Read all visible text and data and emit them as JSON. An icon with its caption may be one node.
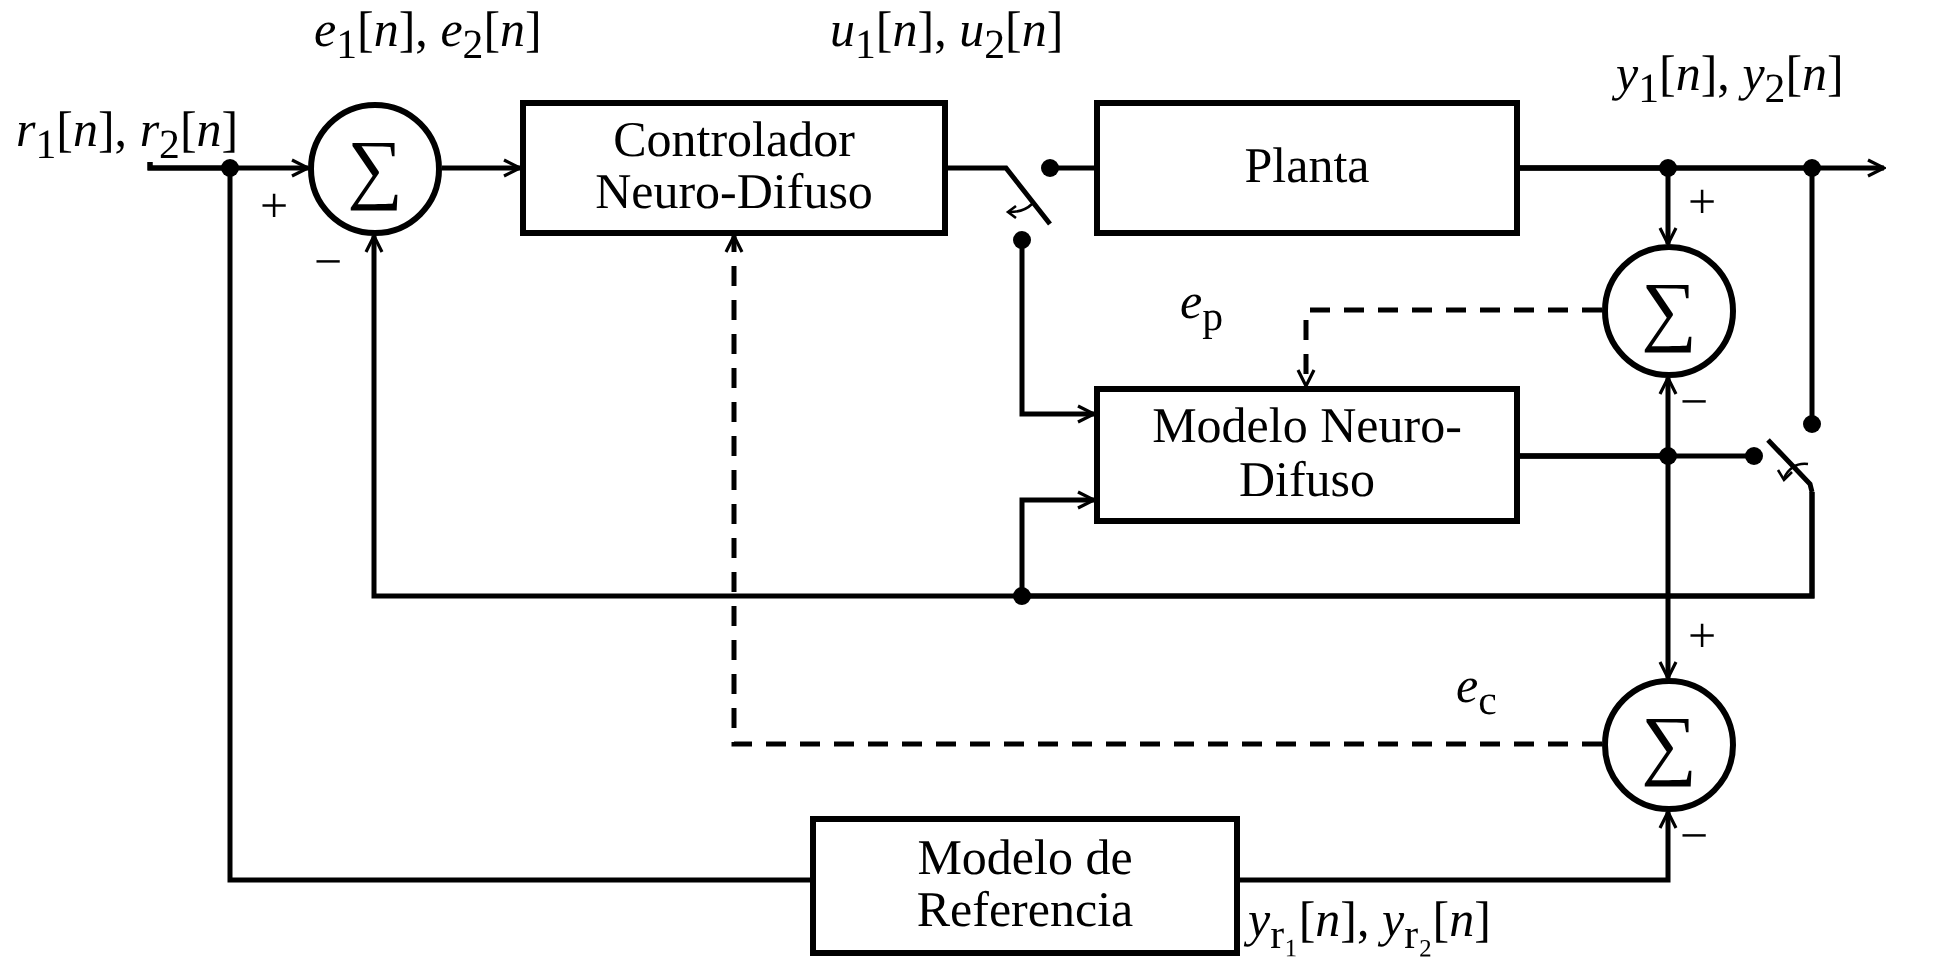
{
  "diagram": {
    "nodes": [
      {
        "text": [
          "∑"
        ]
      },
      {
        "text": [
          "Controlador Neuro-Difuso"
        ]
      },
      {
        "text": [
          "Planta"
        ]
      },
      {
        "text": [
          "∑"
        ]
      },
      {
        "text": [
          "Modelo Neuro-Difuso"
        ]
      },
      {
        "text": [
          "∑"
        ]
      },
      {
        "text": [
          "Modelo de Referencia"
        ]
      },
      {
        "text": [],
        "shape": "switch"
      },
      {
        "text": [],
        "shape": "switch"
      },
      {
        "text": [
          "*r*$_{1}$[*n*], *r*$_{2}$[*n*]"
        ]
      }
    ],
    "edges": [
      {
        "from": 9,
        "to": 0,
        "arrow": "to"
      },
      {
        "from": 9,
        "to": 6,
        "arrow": "none"
      },
      {
        "from": 0,
        "to": 1,
        "arrow": "to"
      },
      {
        "from": 1,
        "to": 7,
        "arrow": "none"
      },
      {
        "from": 7,
        "to": 2,
        "arrow": "none"
      },
      {
        "from": 7,
        "to": 4,
        "arrow": "to"
      },
      {
        "from": 2,
        "to": null,
        "arrow": "to"
      },
      {
        "from": 2,
        "to": 3,
        "arrow": "to"
      },
      {
        "from": 2,
        "to": 8,
        "arrow": "none"
      },
      {
        "from": 4,
        "to": 8,
        "arrow": "none"
      },
      {
        "from": 4,
        "to": 3,
        "arrow": "to"
      },
      {
        "from": 4,
        "to": 5,
        "arrow": "to"
      },
      {
        "from": 3,
        "to": 4,
        "arrow": "to",
        "style": "dashed"
      },
      {
        "from": 8,
        "to": 0,
        "arrow": "to"
      },
      {
        "from": 8,
        "to": 4,
        "arrow": "to"
      },
      {
        "from": 5,
        "to": 1,
        "arrow": "to",
        "style": "dashed"
      },
      {
        "from": 6,
        "to": 5,
        "arrow": "to"
      }
    ],
    "labels": [
      "*e*$_{1}$[*n*], *e*$_{2}$[*n*]",
      "*u*$_{1}$[*n*], *u*$_{2}$[*n*]",
      "*y*$_{1}$[*n*], *y*$_{2}$[*n*]",
      "+",
      "−",
      "+",
      "−",
      "*e*$_{p}$",
      "+",
      "−",
      "*e*$_{c}$",
      "*y*$_{r₁}$[*n*], *y*$_{r₂}$[*n*]"
    ]
  }
}
